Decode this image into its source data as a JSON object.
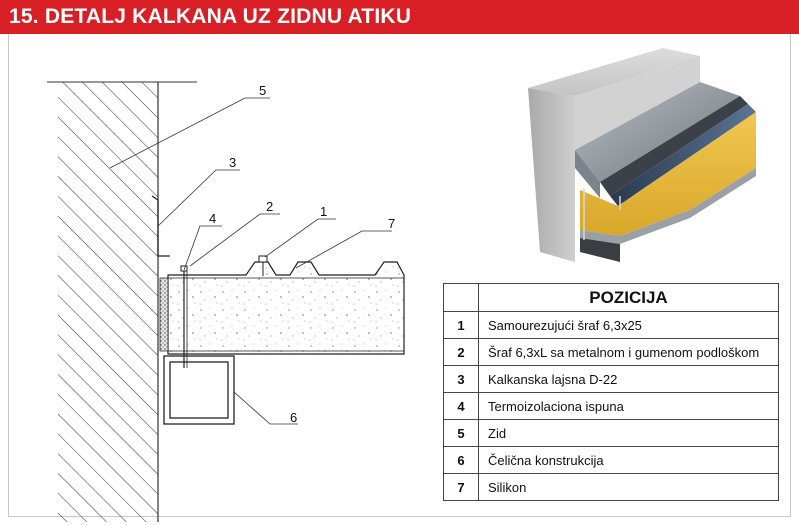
{
  "title": "15. DETALJ KALKANA UZ ZIDNU ATIKU",
  "callouts": [
    "5",
    "3",
    "4",
    "2",
    "1",
    "7",
    "6"
  ],
  "table": {
    "header": "POZICIJA",
    "rows": [
      {
        "num": "1",
        "text": "Samourezujući šraf 6,3x25"
      },
      {
        "num": "2",
        "text": "Šraf 6,3xL sa metalnom i gumenom podloškom"
      },
      {
        "num": "3",
        "text": "Kalkanska lajsna D-22"
      },
      {
        "num": "4",
        "text": "Termoizolaciona ispuna"
      },
      {
        "num": "5",
        "text": "Zid"
      },
      {
        "num": "6",
        "text": "Čelična konstrukcija"
      },
      {
        "num": "7",
        "text": "Silikon"
      }
    ]
  },
  "colors": {
    "title_bar": "#d81f26",
    "insulation": "#e8b93a",
    "concrete": "#b8b8b8",
    "flashing": "#8a8f96"
  }
}
